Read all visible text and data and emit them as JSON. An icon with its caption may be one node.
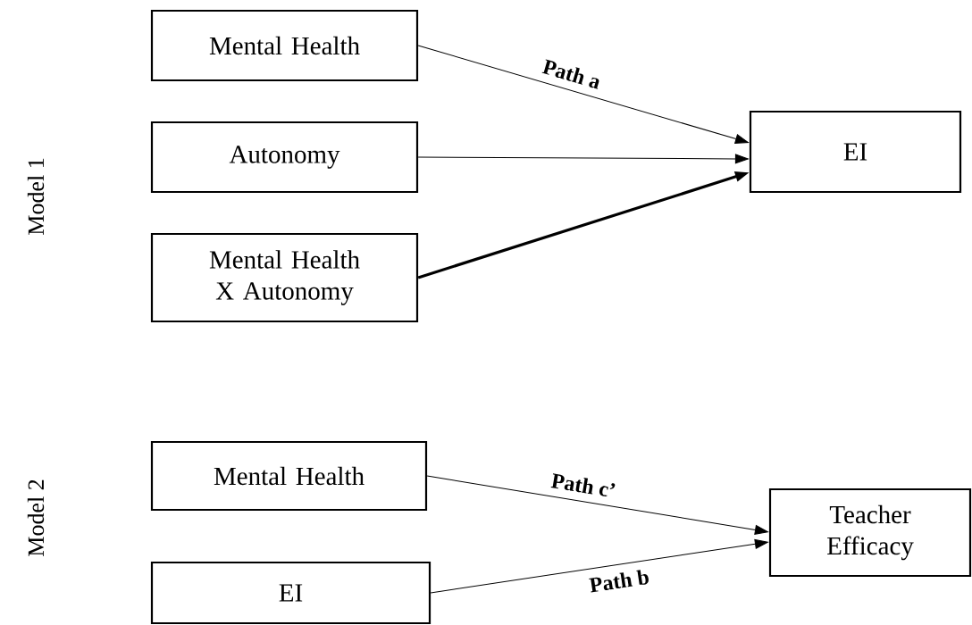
{
  "diagram": {
    "nodes": [
      {
        "text": [
          "Mental Health"
        ]
      },
      {
        "text": [
          "Autonomy"
        ]
      },
      {
        "text": [
          "Mental Health X Autonomy"
        ]
      },
      {
        "text": [
          "EI"
        ]
      },
      {
        "text": [
          "Mental Health"
        ]
      },
      {
        "text": [
          "EI"
        ]
      },
      {
        "text": [
          "Teacher Efficacy"
        ]
      }
    ],
    "edges": [
      {
        "from": 0,
        "to": 3,
        "arrow": "to",
        "label": "Path a"
      },
      {
        "from": 1,
        "to": 3,
        "arrow": "to"
      },
      {
        "from": 2,
        "to": 3,
        "arrow": "to",
        "style": "thick"
      },
      {
        "from": 4,
        "to": 6,
        "arrow": "to",
        "label": "Path c’"
      },
      {
        "from": 5,
        "to": 6,
        "arrow": "to",
        "label": "Path b"
      }
    ],
    "labels": [
      "Model 1",
      "Model 2"
    ]
  }
}
